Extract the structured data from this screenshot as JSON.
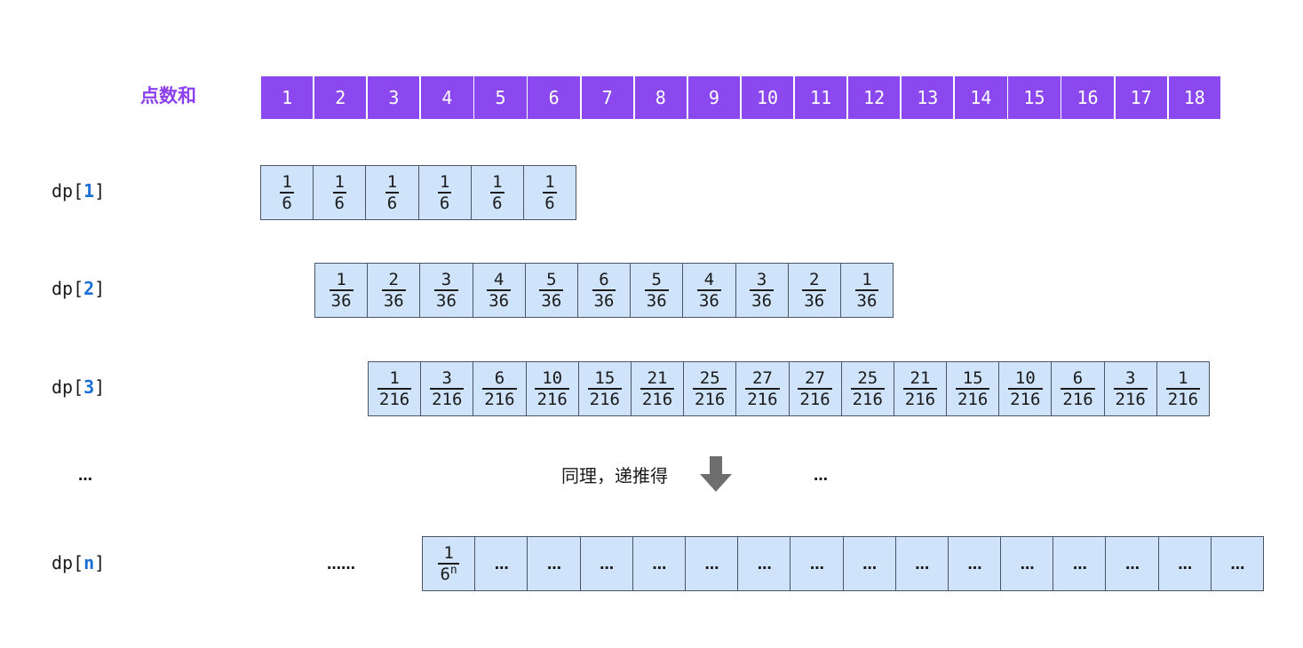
{
  "header": {
    "label": "点数和"
  },
  "sums": [
    "1",
    "2",
    "3",
    "4",
    "5",
    "6",
    "7",
    "8",
    "9",
    "10",
    "11",
    "12",
    "13",
    "14",
    "15",
    "16",
    "17",
    "18"
  ],
  "rows": [
    {
      "prefix": "dp[",
      "index": "1",
      "suffix": "]",
      "cells": [
        {
          "num": "1",
          "den": "6"
        },
        {
          "num": "1",
          "den": "6"
        },
        {
          "num": "1",
          "den": "6"
        },
        {
          "num": "1",
          "den": "6"
        },
        {
          "num": "1",
          "den": "6"
        },
        {
          "num": "1",
          "den": "6"
        }
      ]
    },
    {
      "prefix": "dp[",
      "index": "2",
      "suffix": "]",
      "cells": [
        {
          "num": "1",
          "den": "36"
        },
        {
          "num": "2",
          "den": "36"
        },
        {
          "num": "3",
          "den": "36"
        },
        {
          "num": "4",
          "den": "36"
        },
        {
          "num": "5",
          "den": "36"
        },
        {
          "num": "6",
          "den": "36"
        },
        {
          "num": "5",
          "den": "36"
        },
        {
          "num": "4",
          "den": "36"
        },
        {
          "num": "3",
          "den": "36"
        },
        {
          "num": "2",
          "den": "36"
        },
        {
          "num": "1",
          "den": "36"
        }
      ]
    },
    {
      "prefix": "dp[",
      "index": "3",
      "suffix": "]",
      "cells": [
        {
          "num": "1",
          "den": "216"
        },
        {
          "num": "3",
          "den": "216"
        },
        {
          "num": "6",
          "den": "216"
        },
        {
          "num": "10",
          "den": "216"
        },
        {
          "num": "15",
          "den": "216"
        },
        {
          "num": "21",
          "den": "216"
        },
        {
          "num": "25",
          "den": "216"
        },
        {
          "num": "27",
          "den": "216"
        },
        {
          "num": "27",
          "den": "216"
        },
        {
          "num": "25",
          "den": "216"
        },
        {
          "num": "21",
          "den": "216"
        },
        {
          "num": "15",
          "den": "216"
        },
        {
          "num": "10",
          "den": "216"
        },
        {
          "num": "6",
          "den": "216"
        },
        {
          "num": "3",
          "den": "216"
        },
        {
          "num": "1",
          "den": "216"
        }
      ]
    }
  ],
  "middle": {
    "left_ellipsis": "…",
    "annotation": "同理，递推得",
    "arrow_icon": "down-arrow-icon",
    "right_ellipsis": "…"
  },
  "row_n": {
    "prefix": "dp[",
    "index": "n",
    "suffix": "]",
    "lead_ellipsis": "……",
    "first": {
      "num": "1",
      "base": "6",
      "exp": "n"
    },
    "rest": "…",
    "rest_count": 15
  },
  "colors": {
    "header": "#8b48ee",
    "cell": "#cfe4fb",
    "index": "#1a6fd6"
  }
}
